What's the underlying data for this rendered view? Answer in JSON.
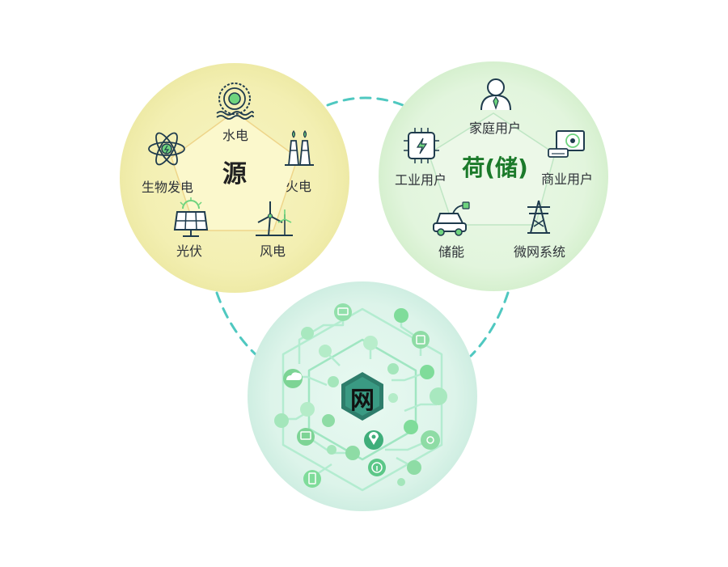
{
  "source": {
    "title": "源",
    "items": {
      "hydro": "水电",
      "thermal": "火电",
      "wind": "风电",
      "solar": "光伏",
      "biomass": "生物发电"
    }
  },
  "load": {
    "title": "荷(储)",
    "items": {
      "household": "家庭用户",
      "commercial": "商业用户",
      "microgrid": "微网系统",
      "storage": "储能",
      "industrial": "工业用户"
    }
  },
  "grid": {
    "title": "网"
  },
  "colors": {
    "source_fill": "#f4f1b8",
    "load_fill": "#e4f6e0",
    "grid_fill": "#ddf5ea",
    "accent_green": "#6ed47e",
    "connector": "#4fc8c0",
    "icon_dark": "#1f3b4d",
    "load_title": "#1b7a2a"
  },
  "icons": [
    "water-wheel-icon",
    "power-plant-icon",
    "wind-turbine-icon",
    "solar-panel-icon",
    "atom-icon",
    "user-icon",
    "ac-unit-icon",
    "transmission-tower-icon",
    "electric-car-icon",
    "chip-icon"
  ]
}
